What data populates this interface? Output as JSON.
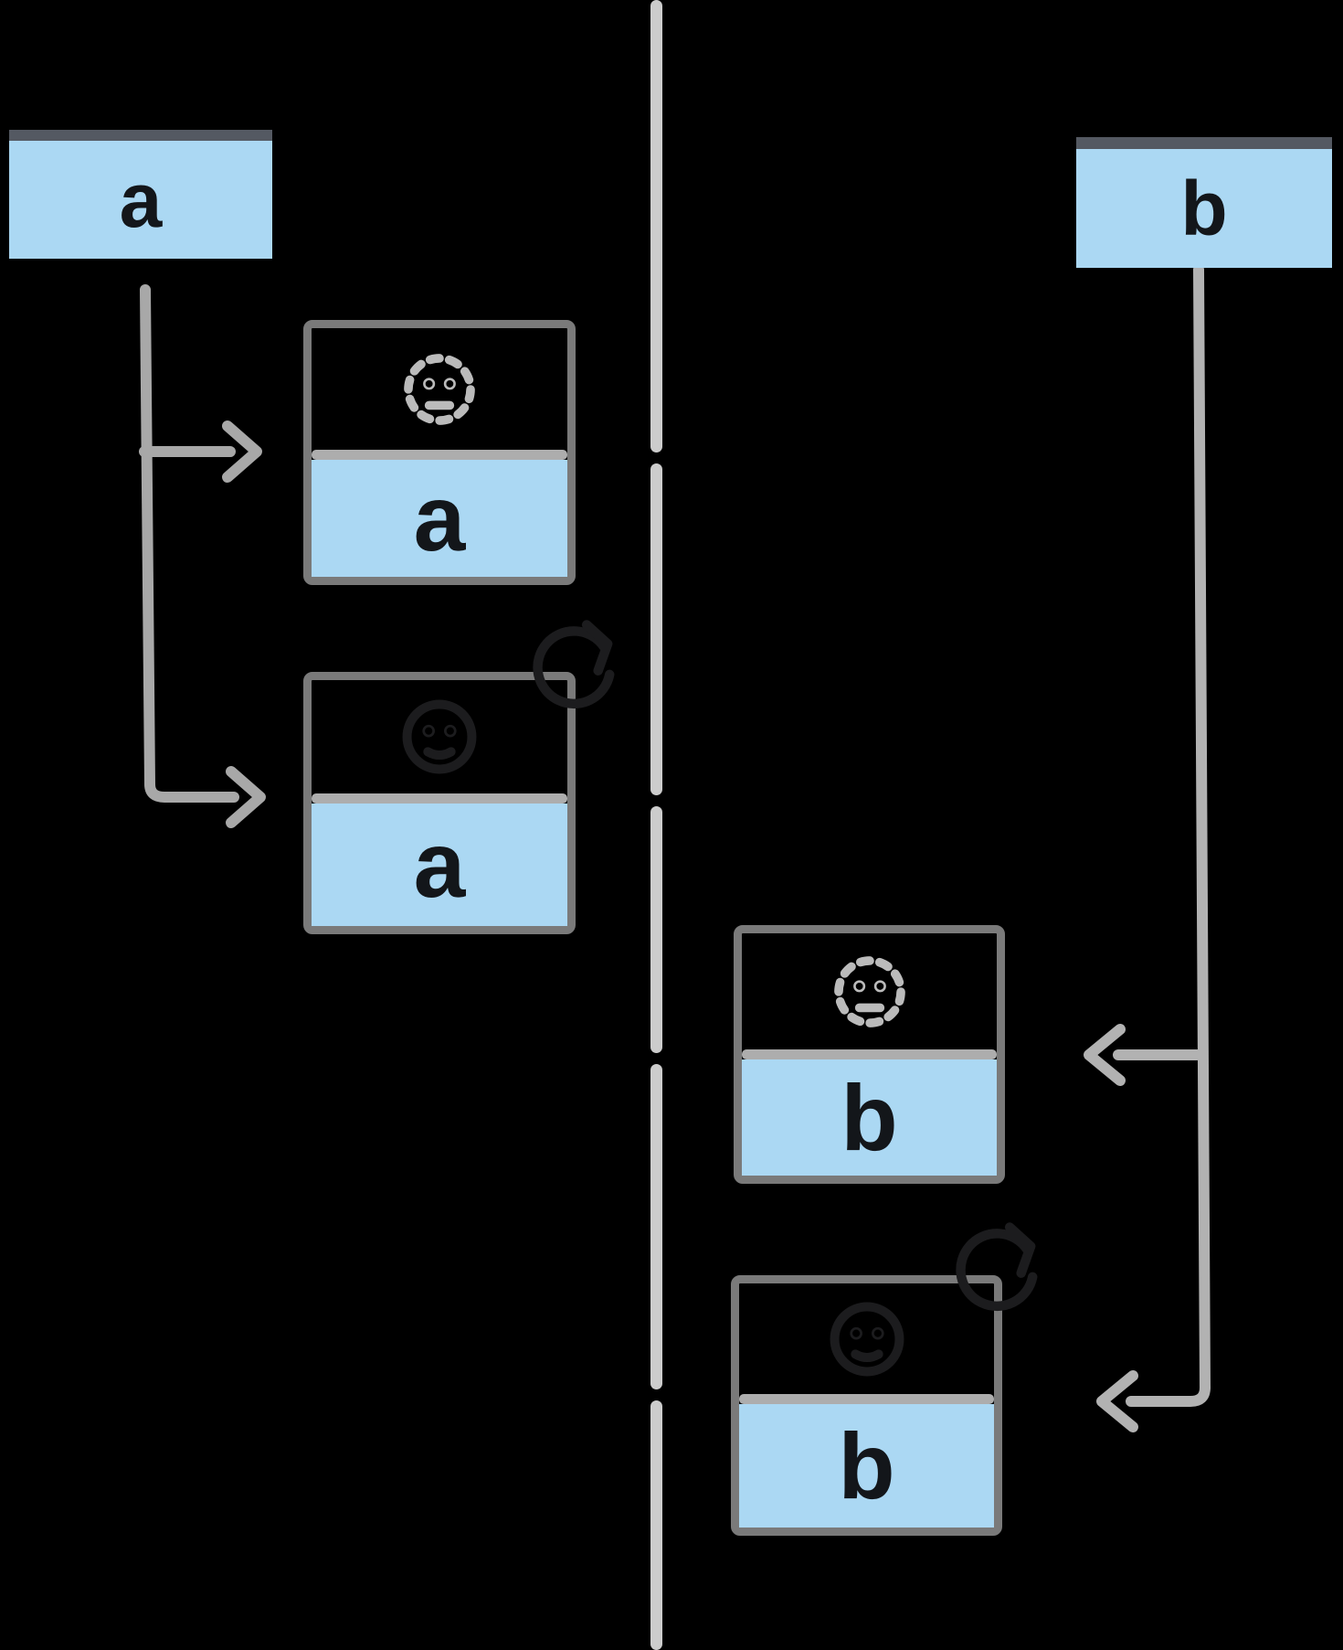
{
  "clients": [
    {
      "id": "client-a",
      "label": "a"
    },
    {
      "id": "client-b",
      "label": "b"
    }
  ],
  "components": [
    {
      "letter": "a",
      "state": "placeholder",
      "icon": "dashed-smiley-placeholder-icon"
    },
    {
      "letter": "a",
      "state": "active",
      "icon": "smiley-icon",
      "badge": "refresh-arrow-icon"
    },
    {
      "letter": "b",
      "state": "placeholder",
      "icon": "dashed-smiley-placeholder-icon"
    },
    {
      "letter": "b",
      "state": "active",
      "icon": "smiley-icon",
      "badge": "refresh-arrow-icon"
    }
  ],
  "colors": {
    "background": "#000000",
    "box_fill": "#abd8f3",
    "box_header": "#545962",
    "box_border": "#7a7a7a",
    "center_line": "#cccccc",
    "connector": "#a8a8a8",
    "connector_right": "#b2b2b2",
    "divider": "#adadad",
    "dashed_icon": "#bbbbbb",
    "letter": "#13161a",
    "faint_icon": "#1c1c1e"
  }
}
